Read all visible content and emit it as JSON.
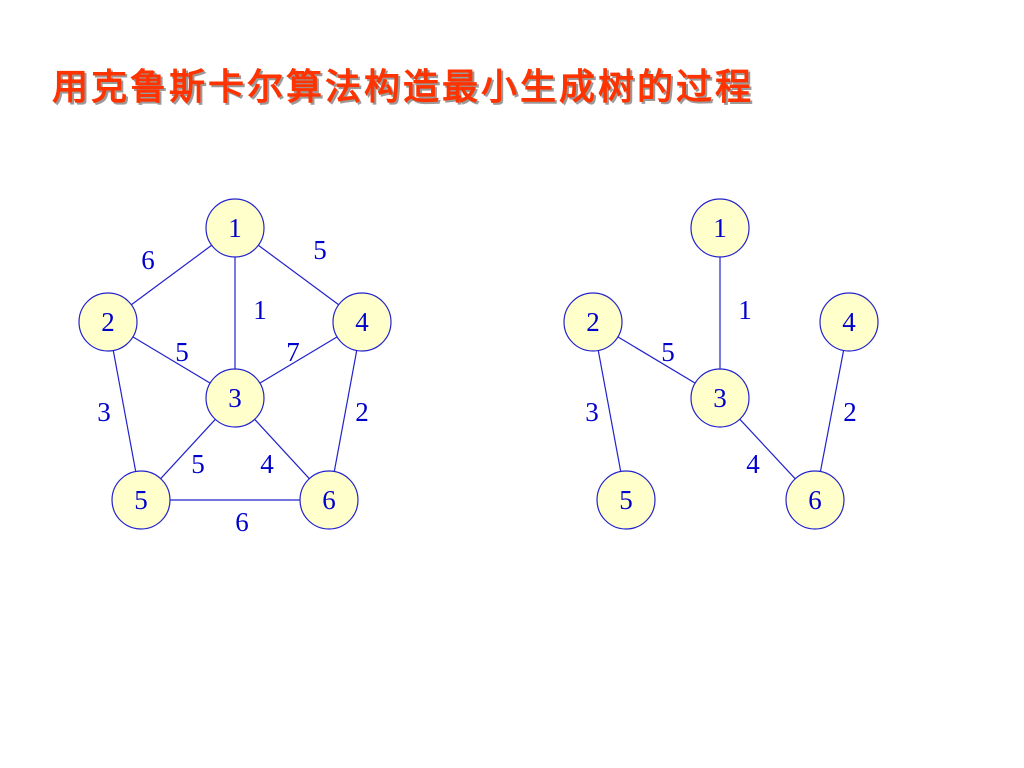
{
  "title": "用克鲁斯卡尔算法构造最小生成树的过程",
  "colors": {
    "title": "#ff3300",
    "edge": "#2222cc",
    "node_fill": "#ffffcc",
    "label": "#0000cc"
  },
  "graphs": [
    {
      "id": "original-graph",
      "nodes": [
        "1",
        "2",
        "3",
        "4",
        "5",
        "6"
      ],
      "edges": [
        {
          "from": "1",
          "to": "2",
          "weight": "6"
        },
        {
          "from": "1",
          "to": "4",
          "weight": "5"
        },
        {
          "from": "1",
          "to": "3",
          "weight": "1"
        },
        {
          "from": "2",
          "to": "3",
          "weight": "5"
        },
        {
          "from": "3",
          "to": "4",
          "weight": "7"
        },
        {
          "from": "2",
          "to": "5",
          "weight": "3"
        },
        {
          "from": "4",
          "to": "6",
          "weight": "2"
        },
        {
          "from": "3",
          "to": "5",
          "weight": "5"
        },
        {
          "from": "3",
          "to": "6",
          "weight": "4"
        },
        {
          "from": "5",
          "to": "6",
          "weight": "6"
        }
      ]
    },
    {
      "id": "spanning-tree",
      "nodes": [
        "1",
        "2",
        "3",
        "4",
        "5",
        "6"
      ],
      "edges": [
        {
          "from": "1",
          "to": "3",
          "weight": "1"
        },
        {
          "from": "2",
          "to": "3",
          "weight": "5"
        },
        {
          "from": "2",
          "to": "5",
          "weight": "3"
        },
        {
          "from": "3",
          "to": "6",
          "weight": "4"
        },
        {
          "from": "4",
          "to": "6",
          "weight": "2"
        }
      ]
    }
  ]
}
